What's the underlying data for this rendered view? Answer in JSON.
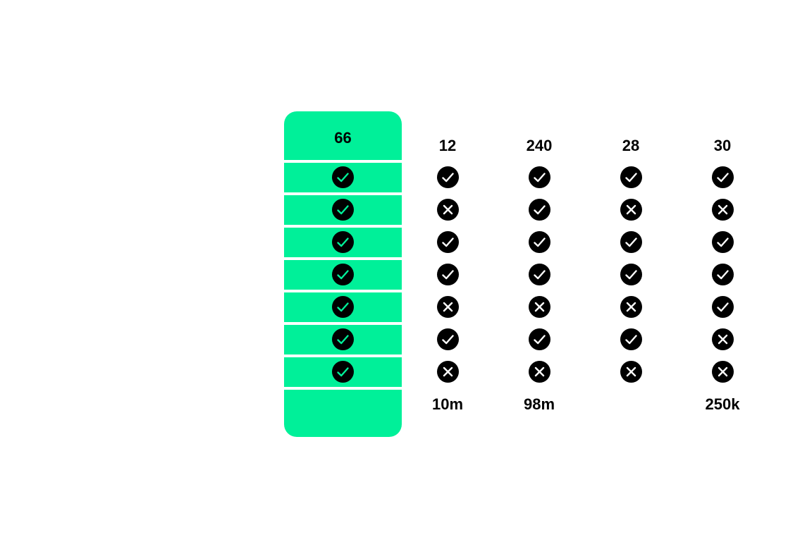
{
  "colors": {
    "accent": "#00F099",
    "mark_bg": "#000000",
    "mark_stroke_default": "#FFFFFF",
    "mark_stroke_highlight": "#00F099"
  },
  "highlight_column": {
    "header": "66",
    "marks": [
      "check",
      "check",
      "check",
      "check",
      "check",
      "check",
      "check"
    ],
    "footer": ""
  },
  "columns": [
    {
      "header": "12",
      "marks": [
        "check",
        "cross",
        "check",
        "check",
        "cross",
        "check",
        "cross"
      ],
      "footer": "10m"
    },
    {
      "header": "240",
      "marks": [
        "check",
        "check",
        "check",
        "check",
        "cross",
        "check",
        "cross"
      ],
      "footer": "98m"
    },
    {
      "header": "28",
      "marks": [
        "check",
        "cross",
        "check",
        "check",
        "cross",
        "check",
        "cross"
      ],
      "footer": ""
    },
    {
      "header": "30",
      "marks": [
        "check",
        "cross",
        "check",
        "check",
        "check",
        "cross",
        "cross"
      ],
      "footer": "250k"
    }
  ],
  "icons": {
    "check": "check-circle-icon",
    "cross": "cross-circle-icon"
  }
}
